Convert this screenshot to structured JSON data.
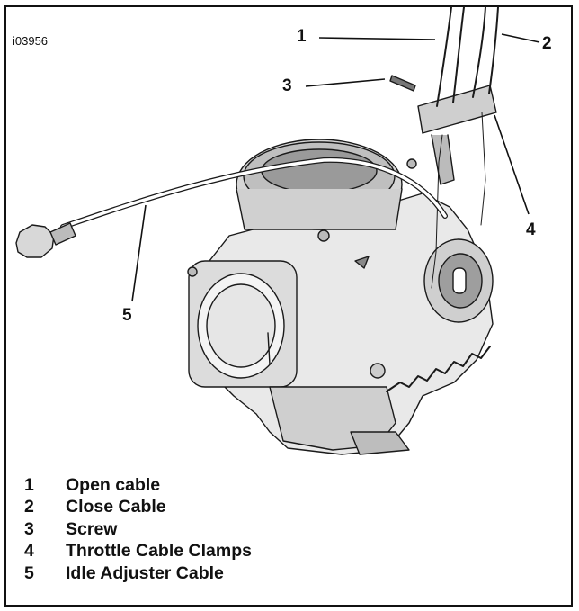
{
  "figure_id": "i03956",
  "callouts": [
    "1",
    "2",
    "3",
    "4",
    "5"
  ],
  "legend": [
    {
      "num": "1",
      "label": "Open cable"
    },
    {
      "num": "2",
      "label": "Close Cable"
    },
    {
      "num": "3",
      "label": "Screw"
    },
    {
      "num": "4",
      "label": "Throttle Cable Clamps"
    },
    {
      "num": "5",
      "label": "Idle Adjuster Cable"
    }
  ]
}
